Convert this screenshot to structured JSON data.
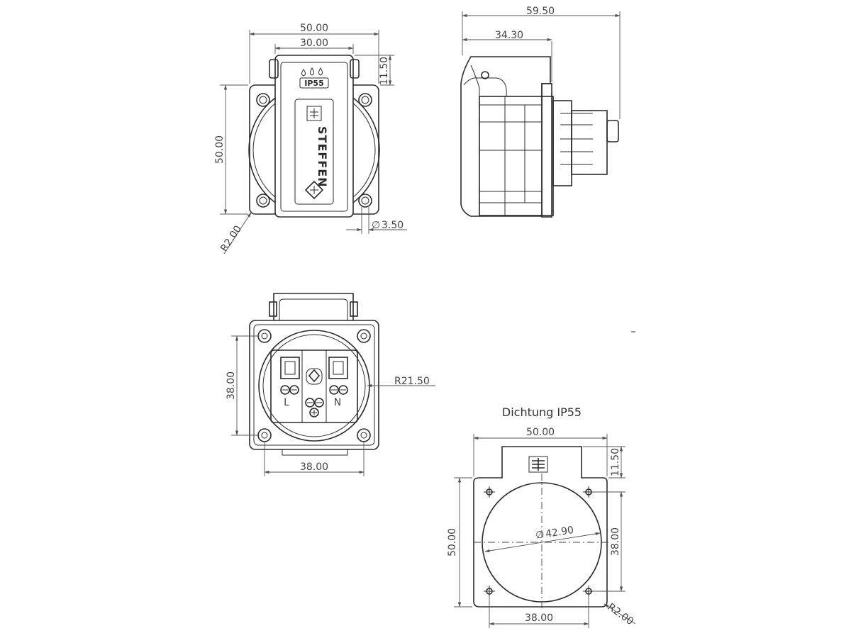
{
  "front_view": {
    "dim_width": "50.00",
    "dim_lid_width": "30.00",
    "dim_lid_height": "11.50",
    "dim_height": "50.00",
    "dim_corner_radius": "R2.00",
    "dim_hole": "3.50",
    "hole_symbol": "∅",
    "lid_label": "IP55",
    "brand_label": "STEFFEN"
  },
  "side_view": {
    "dim_total_depth": "59.50",
    "dim_front_depth": "34.30"
  },
  "back_view": {
    "dim_height": "38.00",
    "dim_width": "38.00",
    "dim_radius": "R21.50",
    "terminal_left": "L",
    "terminal_right": "N"
  },
  "gasket_view": {
    "title": "Dichtung IP55",
    "dim_width": "50.00",
    "dim_tab_height": "11.50",
    "dim_height": "50.00",
    "dim_inner_height": "38.00",
    "dim_diameter": "42.90",
    "dim_inner_width": "38.00",
    "dim_corner_radius": "R2.00"
  }
}
